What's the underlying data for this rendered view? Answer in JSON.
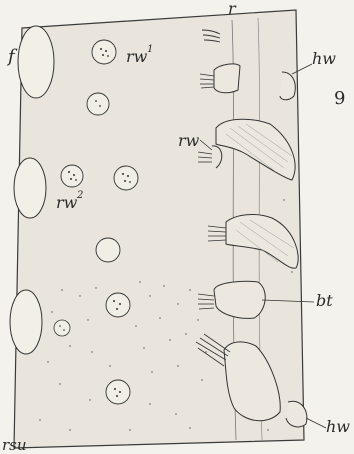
{
  "figure": {
    "number": "9",
    "labels": {
      "r": "r",
      "f": "f",
      "rw1": "rw",
      "rw1_sup": "1",
      "rw": "rw",
      "rw2": "rw",
      "rw2_sup": "2",
      "hw_top": "hw",
      "hw_bottom": "hw",
      "bt": "bt",
      "rsu": "rsu"
    }
  }
}
